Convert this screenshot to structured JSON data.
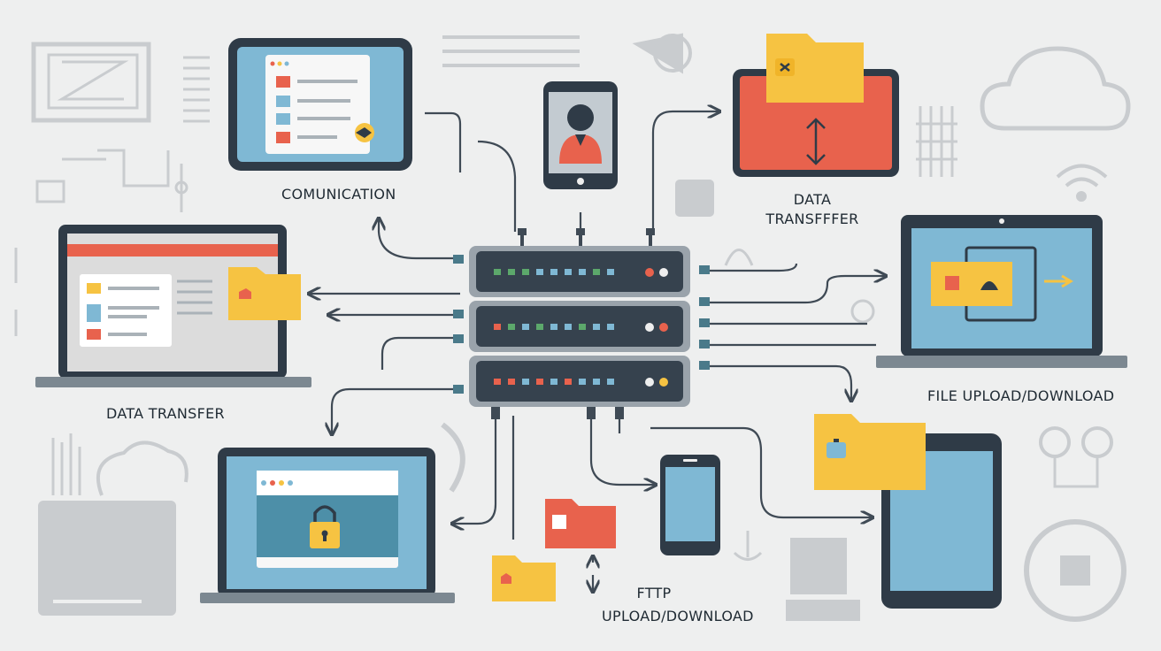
{
  "labels": {
    "communication": "COMUNICATION",
    "data_transfer_right_line1": "DATA",
    "data_transfer_right_line2": "TRANSFFFER",
    "file_updown": "FILE UPLOAD/DOWNLOAD",
    "data_transfer_left": "DATA TRANSFER",
    "fttp_line1": "FTTP",
    "fttp_line2": "UPLOAD/DOWNLOAD"
  },
  "colors": {
    "background": "#eeefef",
    "device_frame": "#2f3b47",
    "screen_blue": "#7fb8d4",
    "accent_red": "#e8624d",
    "folder_yellow": "#f6c342",
    "server_body": "#3a4652",
    "connector": "#3f4a55",
    "faded_grey": "#c9cccf"
  },
  "icons": [
    "email-window-icon",
    "user-profile-icon",
    "lock-icon",
    "folder-icon",
    "cloud-icon",
    "wifi-icon",
    "server-rack-icon",
    "arrow-icon"
  ]
}
